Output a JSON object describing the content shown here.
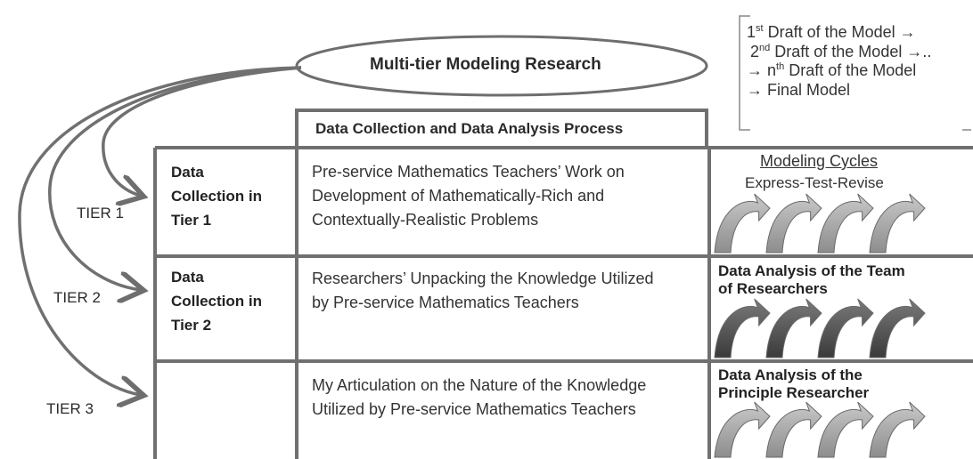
{
  "title": "Multi-tier Modeling Research",
  "header": "Data Collection and Data Analysis Process",
  "tiers": [
    {
      "label": "TIER 1",
      "collection": [
        "Data",
        "Collection in",
        "Tier 1"
      ],
      "work": "Pre-service Mathematics Teachers’ Work on Development of Mathematically-Rich and Contextually-Realistic Problems",
      "analysis_lines": [
        "Modeling Cycles",
        "Express-Test-Revise"
      ]
    },
    {
      "label": "TIER 2",
      "collection": [
        "Data",
        "Collection in",
        "Tier 2"
      ],
      "work": "Researchers’ Unpacking the Knowledge Utilized by Pre-service Mathematics Teachers",
      "analysis_lines": [
        "Data Analysis of the Team",
        "of Researchers"
      ]
    },
    {
      "label": "TIER 3",
      "collection": [],
      "work": "My Articulation on the Nature of the Knowledge Utilized by Pre-service Mathematics Teachers",
      "analysis_lines": [
        "Data Analysis of the",
        "Principle Researcher"
      ]
    }
  ],
  "drafts": {
    "line1": {
      "num": "1",
      "sup": "st",
      "text": " Draft of the Model →"
    },
    "line2": {
      "num": "2",
      "sup": "nd",
      "text": " Draft of the Model →.."
    },
    "line3": {
      "prefix": "→ n",
      "sup": "th",
      "text": " Draft of the Model"
    },
    "line4": "→ Final Model"
  },
  "colors": {
    "border": "#707070",
    "arrow": "#707070",
    "cycle_light": "#a8a8a8",
    "cycle_dark": "#555555"
  }
}
